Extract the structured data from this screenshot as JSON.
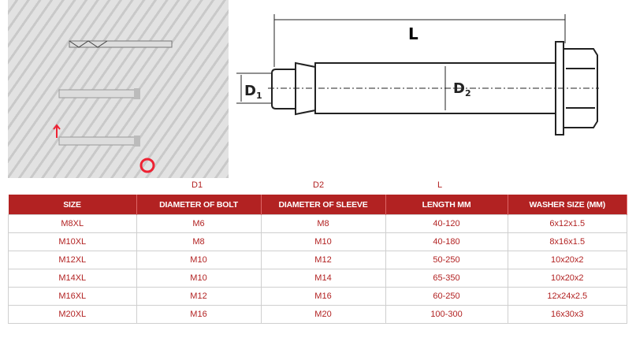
{
  "diagram": {
    "length_label": "L",
    "d1_label": "D",
    "d1_sub": "1",
    "d2_label": "D",
    "d2_sub": "2"
  },
  "dim_labels": {
    "d1": "D1",
    "d2": "D2",
    "l": "L"
  },
  "table": {
    "headers": [
      "SIZE",
      "DIAMETER OF BOLT",
      "DIAMETER OF SLEEVE",
      "LENGTH MM",
      "WASHER SIZE (MM)"
    ],
    "rows": [
      [
        "M8XL",
        "M6",
        "M8",
        "40-120",
        "6x12x1.5"
      ],
      [
        "M10XL",
        "M8",
        "M10",
        "40-180",
        "8x16x1.5"
      ],
      [
        "M12XL",
        "M10",
        "M12",
        "50-250",
        "10x20x2"
      ],
      [
        "M14XL",
        "M10",
        "M14",
        "65-350",
        "10x20x2"
      ],
      [
        "M16XL",
        "M12",
        "M16",
        "60-250",
        "12x24x2.5"
      ],
      [
        "M20XL",
        "M16",
        "M20",
        "100-300",
        "16x30x3"
      ]
    ]
  },
  "colors": {
    "accent": "#b22222"
  }
}
